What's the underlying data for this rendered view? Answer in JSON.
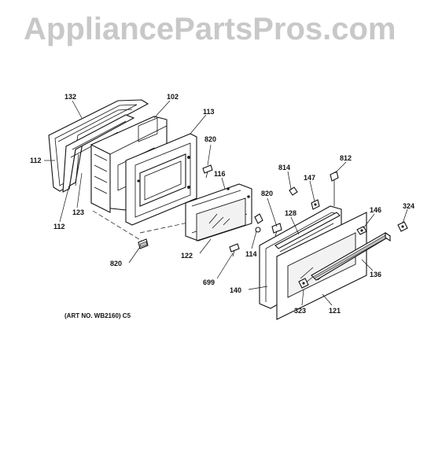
{
  "watermark": "AppliancePartsPros.com",
  "art_number": "(ART NO. WB2160) C5",
  "callouts": {
    "p132": "132",
    "p102": "102",
    "p113": "113",
    "p112a": "112",
    "p112b": "112",
    "p123": "123",
    "p820a": "820",
    "p116": "116",
    "p820b": "820",
    "p820c": "820",
    "p814": "814",
    "p147": "147",
    "p812": "812",
    "p324": "324",
    "p128": "128",
    "p146": "146",
    "p122": "122",
    "p114": "114",
    "p699": "699",
    "p136": "136",
    "p140": "140",
    "p323": "323",
    "p121": "121"
  }
}
